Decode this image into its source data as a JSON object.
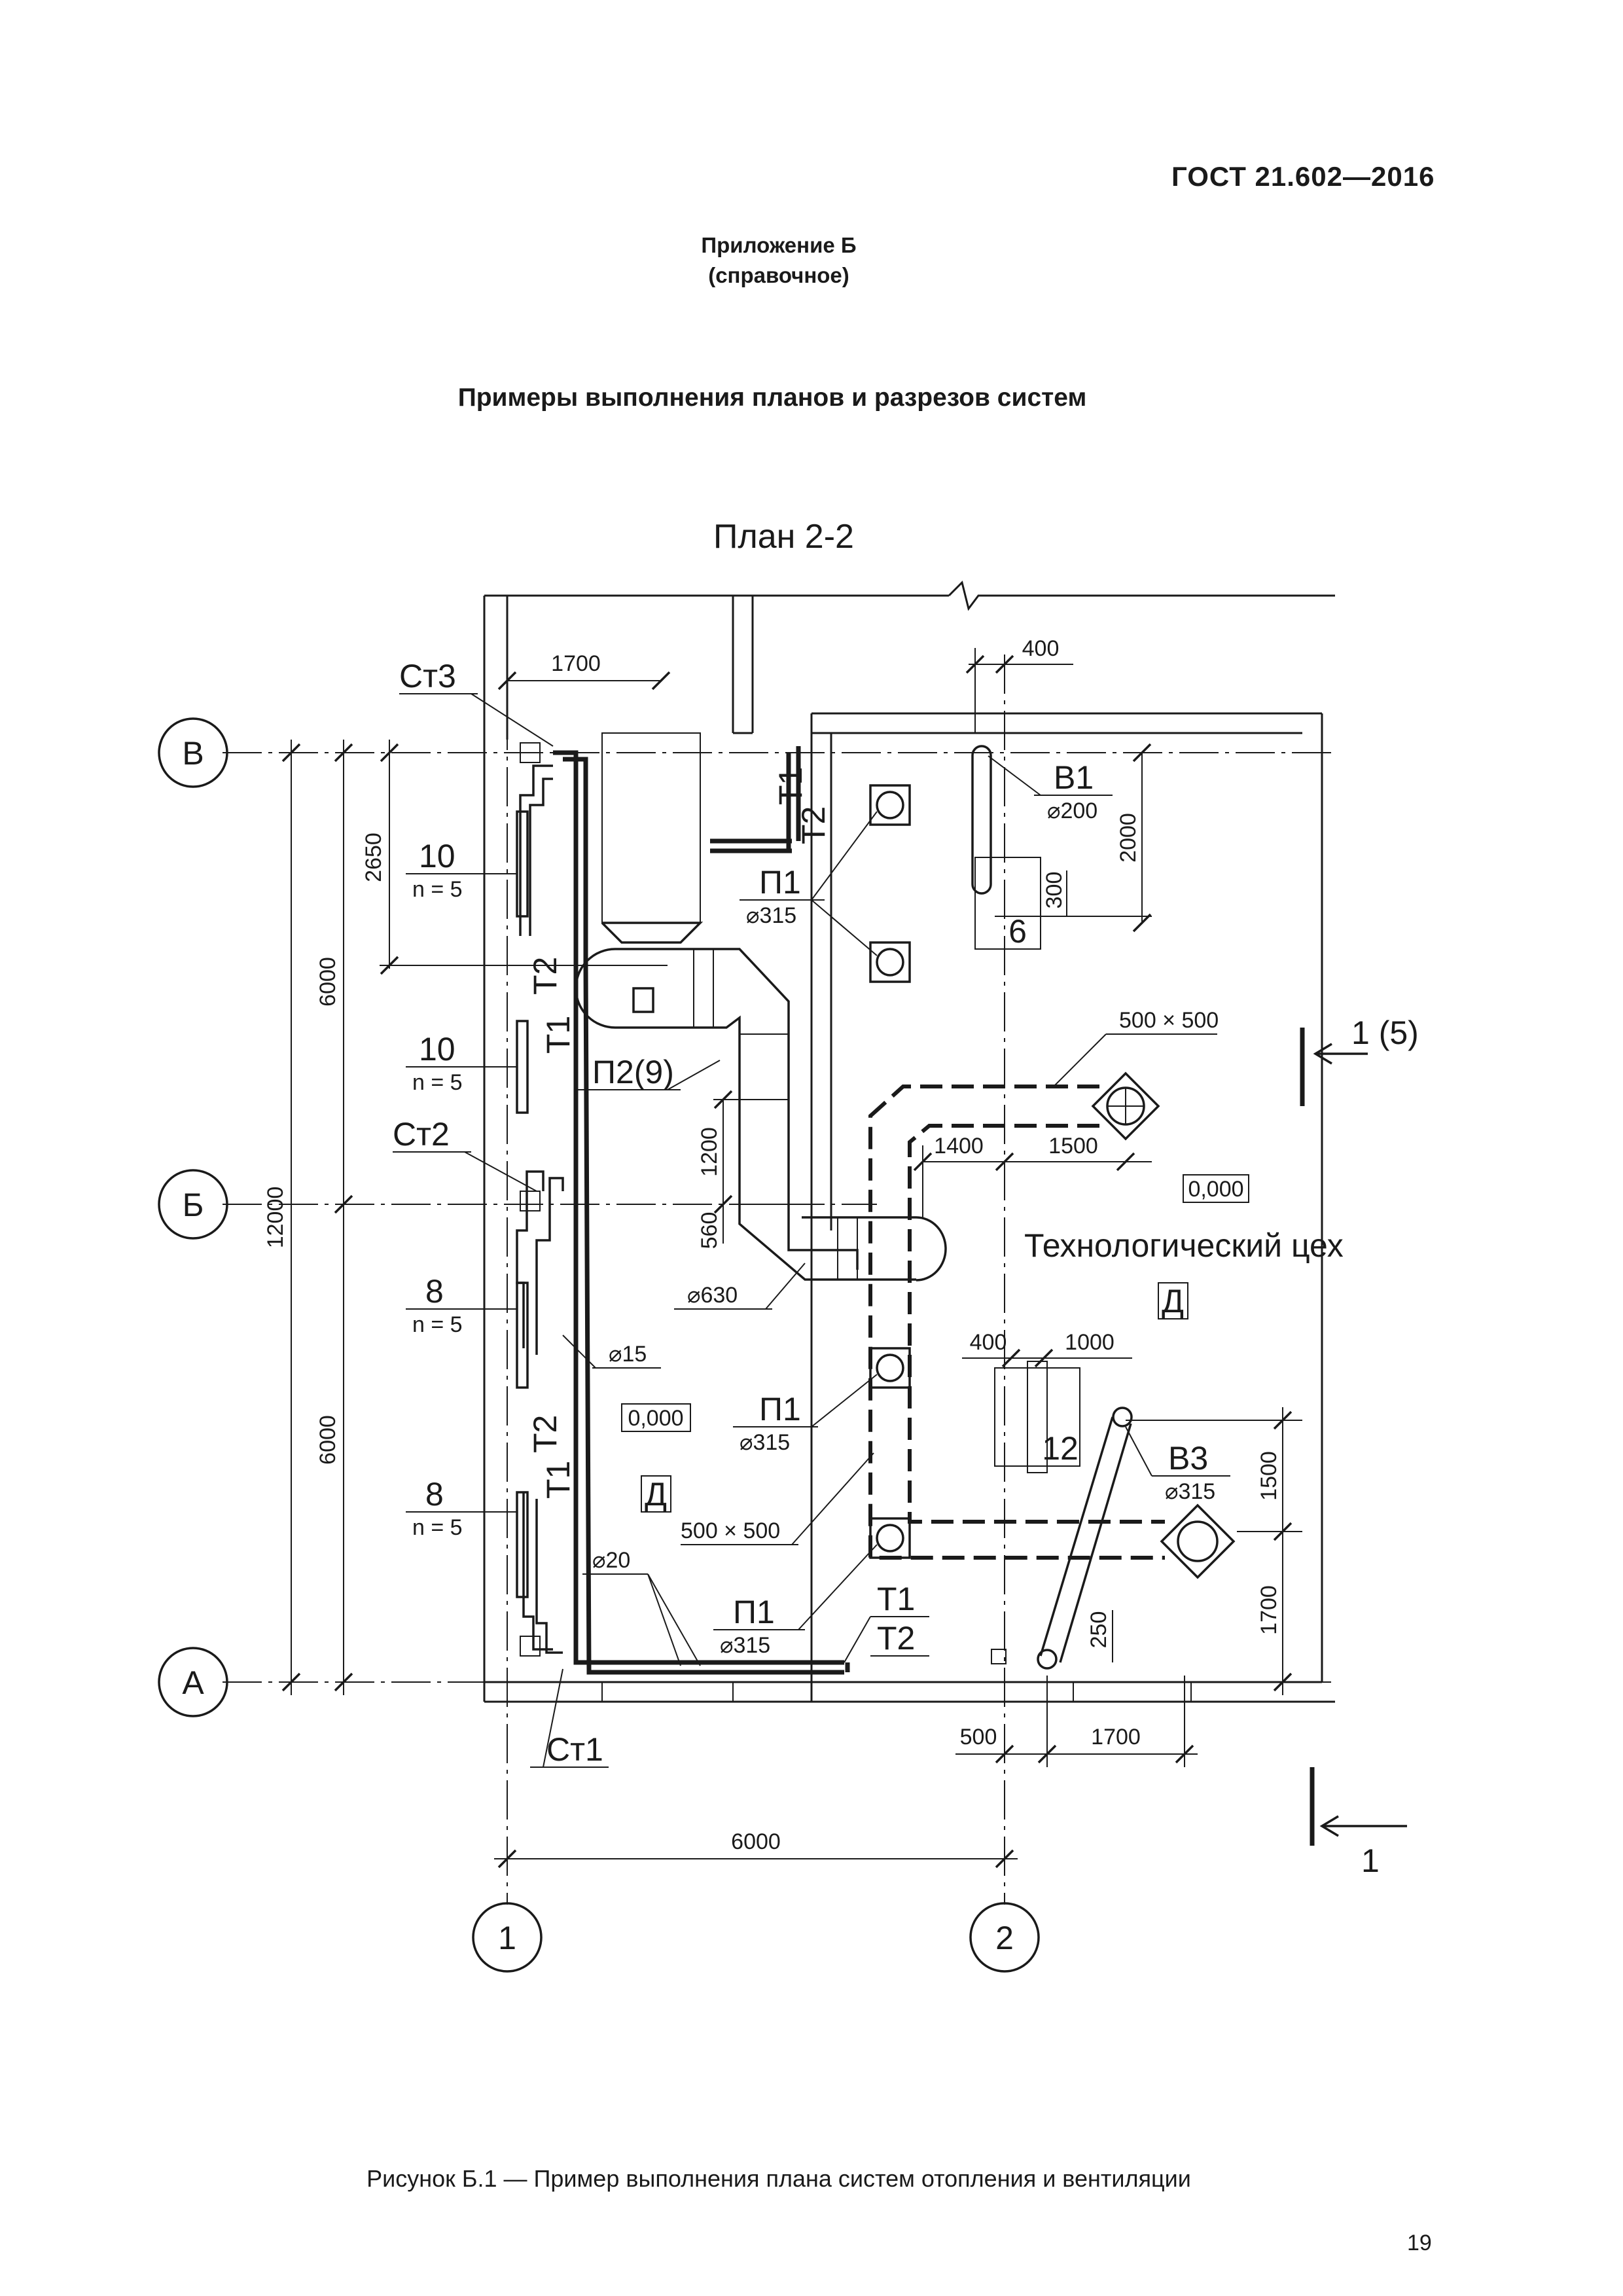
{
  "header": {
    "standard": "ГОСТ  21.602—2016",
    "appendix_line1": "Приложение Б",
    "appendix_line2": "(справочное)",
    "section_title": "Примеры выполнения планов и разрезов систем"
  },
  "drawing": {
    "title": "План 2-2",
    "axes_rows": [
      "В",
      "Б",
      "А"
    ],
    "axes_cols": [
      "1",
      "2"
    ],
    "dimensions": {
      "top_1700": "1700",
      "top_400": "400",
      "left_2650": "2650",
      "left_6000_upper": "6000",
      "left_6000_lower": "6000",
      "left_12000": "12000",
      "b1_2000": "2000",
      "b1_300": "300",
      "duct_1200": "1200",
      "duct_560": "560",
      "h_1400": "1400",
      "h_1500": "1500",
      "unit12_400": "400",
      "unit12_1000": "1000",
      "v3_1500": "1500",
      "v3_1700": "1700",
      "v3_250": "250",
      "bottom_500": "500",
      "bottom_1700": "1700",
      "bottom_6000": "6000"
    },
    "labels": {
      "st3": "Ст3",
      "st2": "Ст2",
      "st1": "Ст1",
      "t1": "Т1",
      "t2": "Т2",
      "rad_10a": "10",
      "rad_10a_n": "n = 5",
      "rad_10b": "10",
      "rad_10b_n": "n = 5",
      "rad_8a": "8",
      "rad_8a_n": "n = 5",
      "rad_8b": "8",
      "rad_8b_n": "n = 5",
      "p1_top": "П1",
      "p1_top_d": "⌀315",
      "p1_mid": "П1",
      "p1_mid_d": "⌀315",
      "p1_bot": "П1",
      "p1_bot_d": "⌀315",
      "p2": "П2(9)",
      "d630": "⌀630",
      "d15": "⌀15",
      "d20": "⌀20",
      "b1": "В1",
      "b1_d": "⌀200",
      "eq6": "6",
      "eq12": "12",
      "b3": "В3",
      "b3_d": "⌀315",
      "duct_500_top": "500 × 500",
      "duct_500_bot": "500 × 500",
      "level_1": "0,000",
      "level_2": "0,000",
      "cat_1": "Д",
      "cat_2": "Д",
      "room": "Технологический цех",
      "section_mark_top": "1 (5)",
      "section_mark_bot": "1"
    }
  },
  "caption": "Рисунок Б.1 — Пример выполнения плана систем отопления и вентиляции",
  "page_number": "19"
}
